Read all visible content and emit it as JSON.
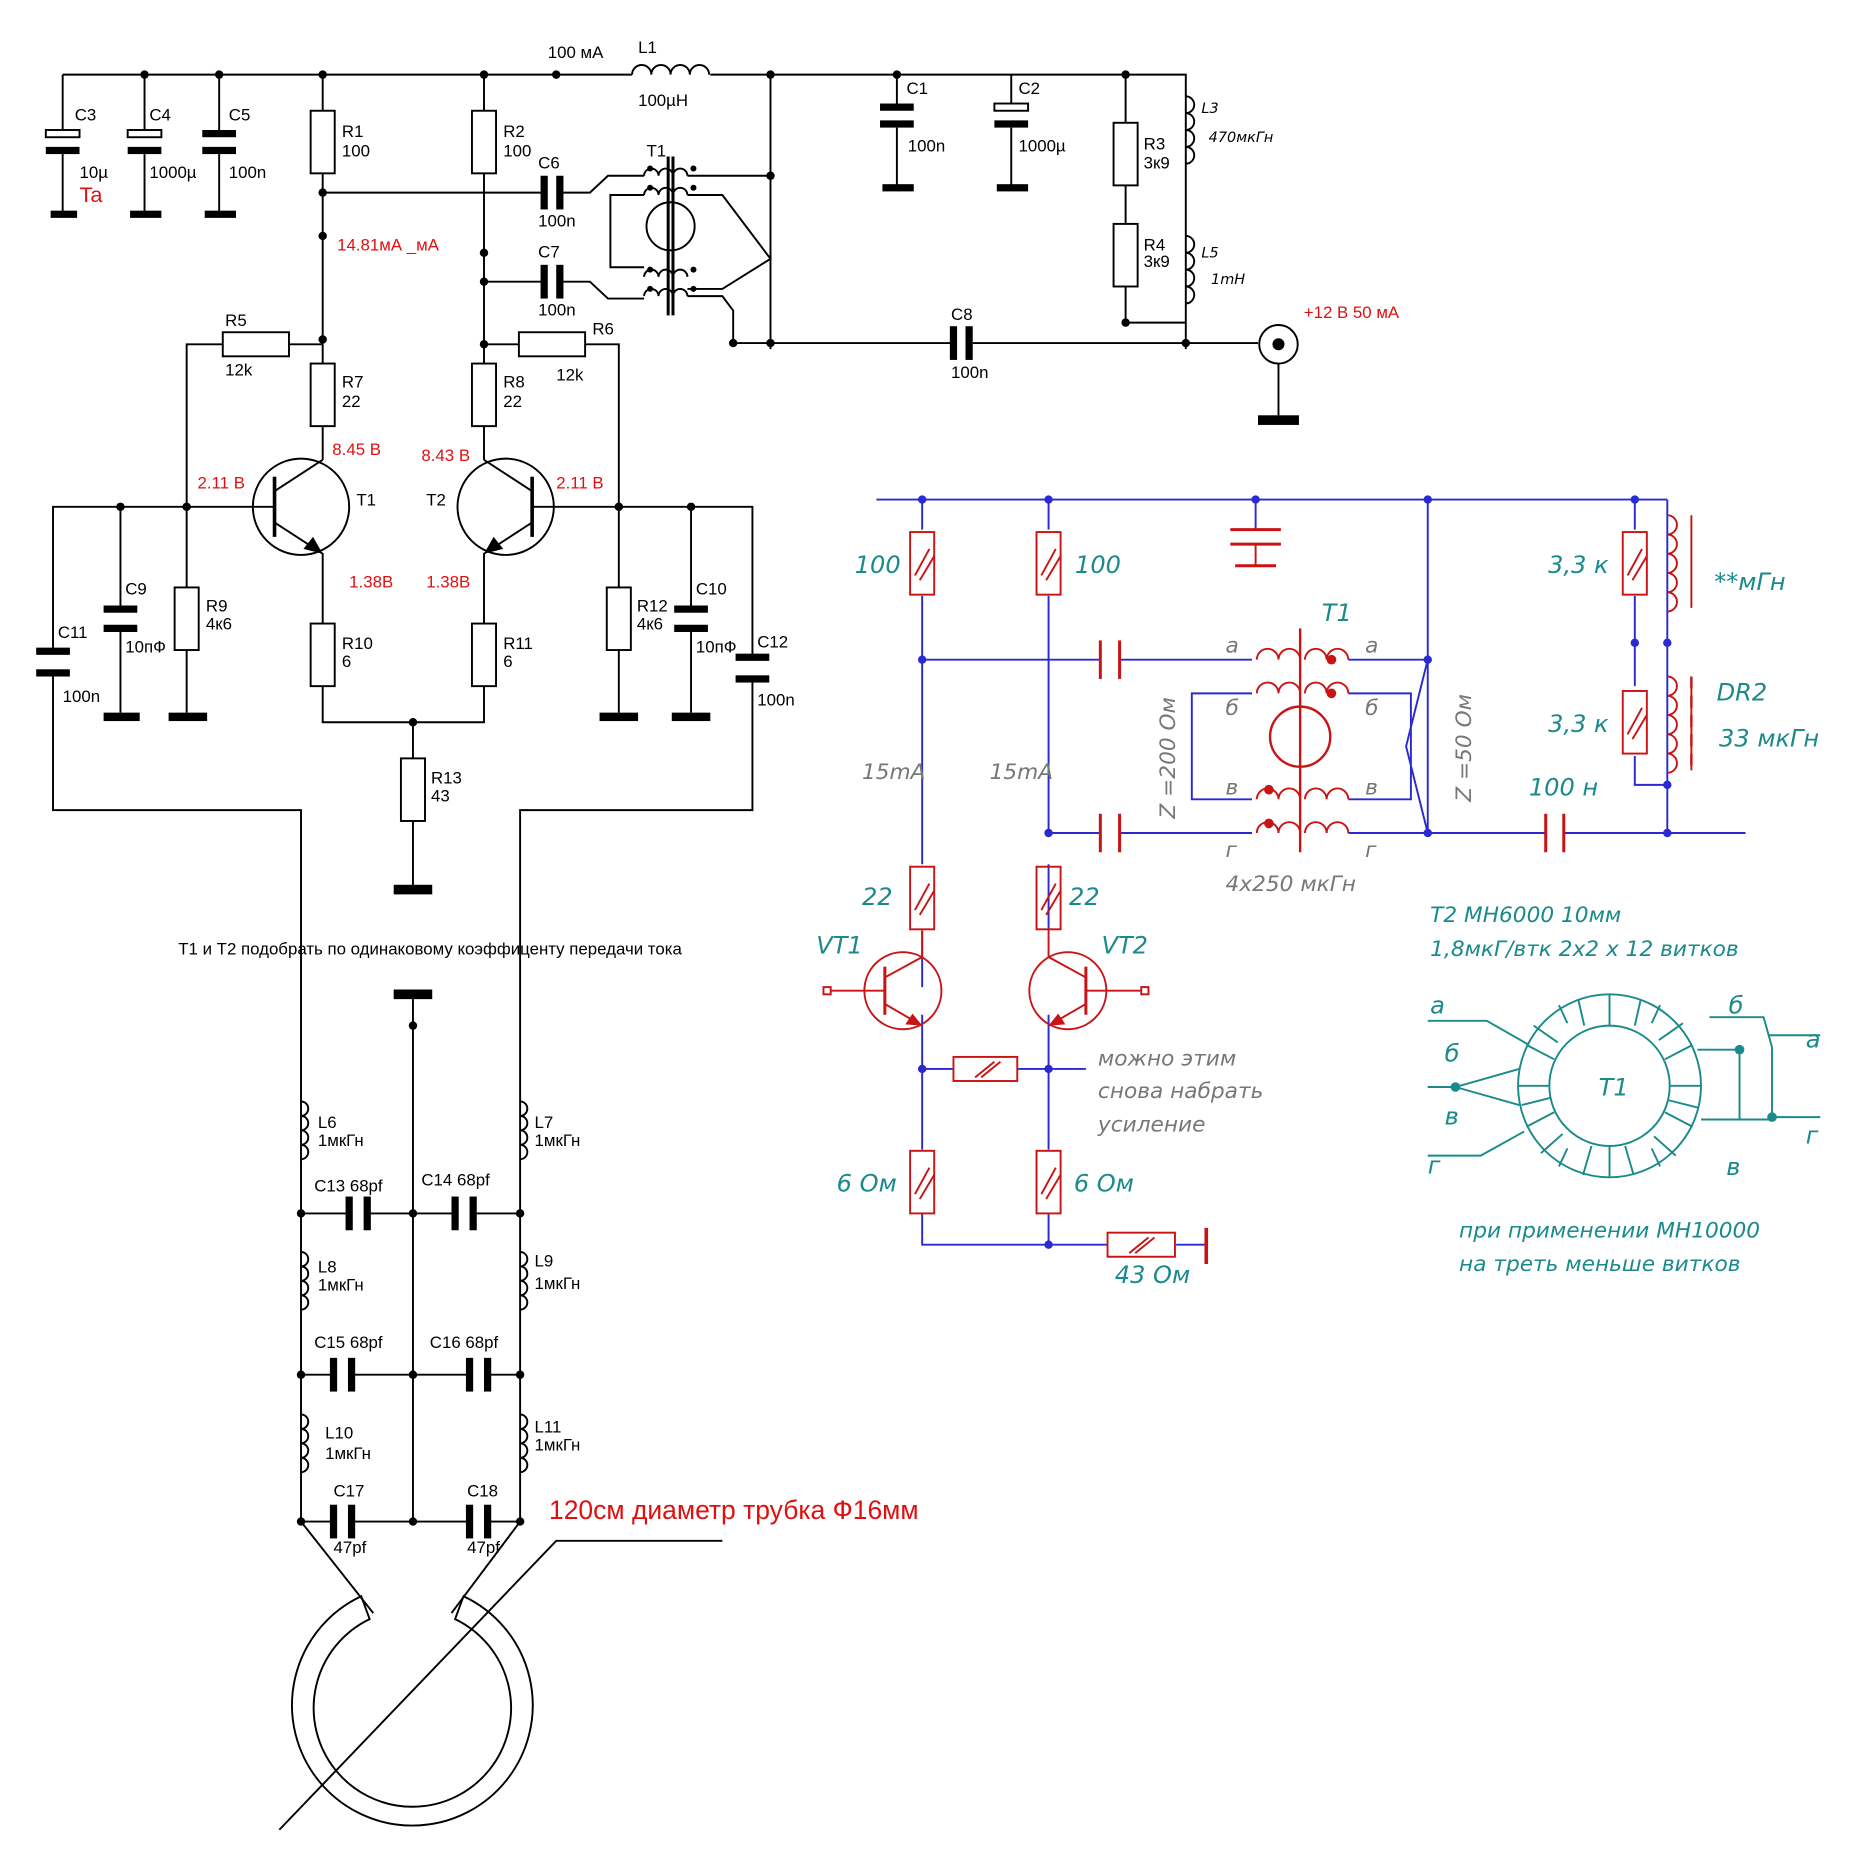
{
  "black_circuit": {
    "supply_current": "100 мА",
    "L1": {
      "ref": "L1",
      "value": "100µH"
    },
    "C1": {
      "ref": "C1",
      "value": "100n"
    },
    "C2": {
      "ref": "C2",
      "value": "1000µ"
    },
    "C3": {
      "ref": "C3",
      "value": "10µ",
      "note": "Ta"
    },
    "C4": {
      "ref": "C4",
      "value": "1000µ"
    },
    "C5": {
      "ref": "C5",
      "value": "100n"
    },
    "C6": {
      "ref": "C6",
      "value": "100n"
    },
    "C7": {
      "ref": "C7",
      "value": "100n"
    },
    "C8": {
      "ref": "C8",
      "value": "100n"
    },
    "C9": {
      "ref": "C9",
      "value": "10пФ"
    },
    "C10": {
      "ref": "C10",
      "value": "10пФ"
    },
    "C11": {
      "ref": "C11",
      "value": "100n"
    },
    "C12": {
      "ref": "C12",
      "value": "100n"
    },
    "R1": {
      "ref": "R1",
      "value": "100"
    },
    "R2": {
      "ref": "R2",
      "value": "100"
    },
    "R3": {
      "ref": "R3",
      "value": "3к9"
    },
    "R4": {
      "ref": "R4",
      "value": "3к9"
    },
    "R5": {
      "ref": "R5",
      "value": "12k"
    },
    "R6": {
      "ref": "R6",
      "value": "12k"
    },
    "R7": {
      "ref": "R7",
      "value": "22"
    },
    "R8": {
      "ref": "R8",
      "value": "22"
    },
    "R9": {
      "ref": "R9",
      "value": "4к6"
    },
    "R10": {
      "ref": "R10",
      "value": "6"
    },
    "R11": {
      "ref": "R11",
      "value": "6"
    },
    "R12": {
      "ref": "R12",
      "value": "4к6"
    },
    "R13": {
      "ref": "R13",
      "value": "43"
    },
    "L3": {
      "ref": "L3",
      "value": "470мкГн"
    },
    "L5": {
      "ref": "L5",
      "value": "1mH"
    },
    "T1_label": "T1",
    "Q1_label": "T1",
    "Q2_label": "T2",
    "collector_current": "14.81мА  _мА",
    "supply_label": "+12 В  50 мА",
    "v_q1_collector": "8.45 В",
    "v_q2_collector": "8.43 В",
    "v_q1_base": "2.11 В",
    "v_q2_base": "2.11 В",
    "v_q1_emitter": "1.38В",
    "v_q2_emitter": "1.38В",
    "note_matching": "T1 и T2 подобрать по одинаковому коэффиценту передачи тока",
    "L6": {
      "ref": "L6",
      "value": "1мкГн"
    },
    "L7": {
      "ref": "L7",
      "value": "1мкГн"
    },
    "L8": {
      "ref": "L8",
      "value": "1мкГн"
    },
    "L9": {
      "ref": "L9",
      "value": "1мкГн"
    },
    "L10": {
      "ref": "L10",
      "value": "1мкГн"
    },
    "L11": {
      "ref": "L11",
      "value": "1мкГн"
    },
    "C13": "C13  68pf",
    "C14": "C14  68pf",
    "C15": "C15 68pf",
    "C16": "C16 68pf",
    "C17": {
      "ref": "C17",
      "value": "47pf"
    },
    "C18": {
      "ref": "C18",
      "value": "47pf"
    },
    "loop_note": "120см диаметр трубка Ф16мм"
  },
  "blue_circuit": {
    "r_top_left": "100",
    "r_top_right": "100",
    "i_left": "15mA",
    "i_right": "15mA",
    "r_col_left": "22",
    "r_col_right": "22",
    "vt1": "VT1",
    "vt2": "VT2",
    "note_gain": [
      "можно этим",
      "снова набрать",
      "усиление"
    ],
    "r_em_left": "6  Ом",
    "r_em_right": "6  Ом",
    "r_common": "43 Ом",
    "t1": "T1",
    "winding_a": "а",
    "winding_b": "б",
    "winding_v": "в",
    "winding_g": "г",
    "z_left": "Z =200 Ом",
    "z_right": "Z =50 Ом",
    "inductance": "4х250 мкГн",
    "c_out": "100 н",
    "r_top": "3,3 к",
    "r_bottom": "3,3 к",
    "choke_top": "**мГн",
    "dr2": "DR2",
    "dr2_value": "33 мкГн",
    "core_note_1": "T2 МН6000   10мм",
    "core_note_2": "1,8мкГ/втк   2х2 х 12 витков",
    "footnote_1": "при применении МН10000",
    "footnote_2": "на треть меньше витков"
  }
}
